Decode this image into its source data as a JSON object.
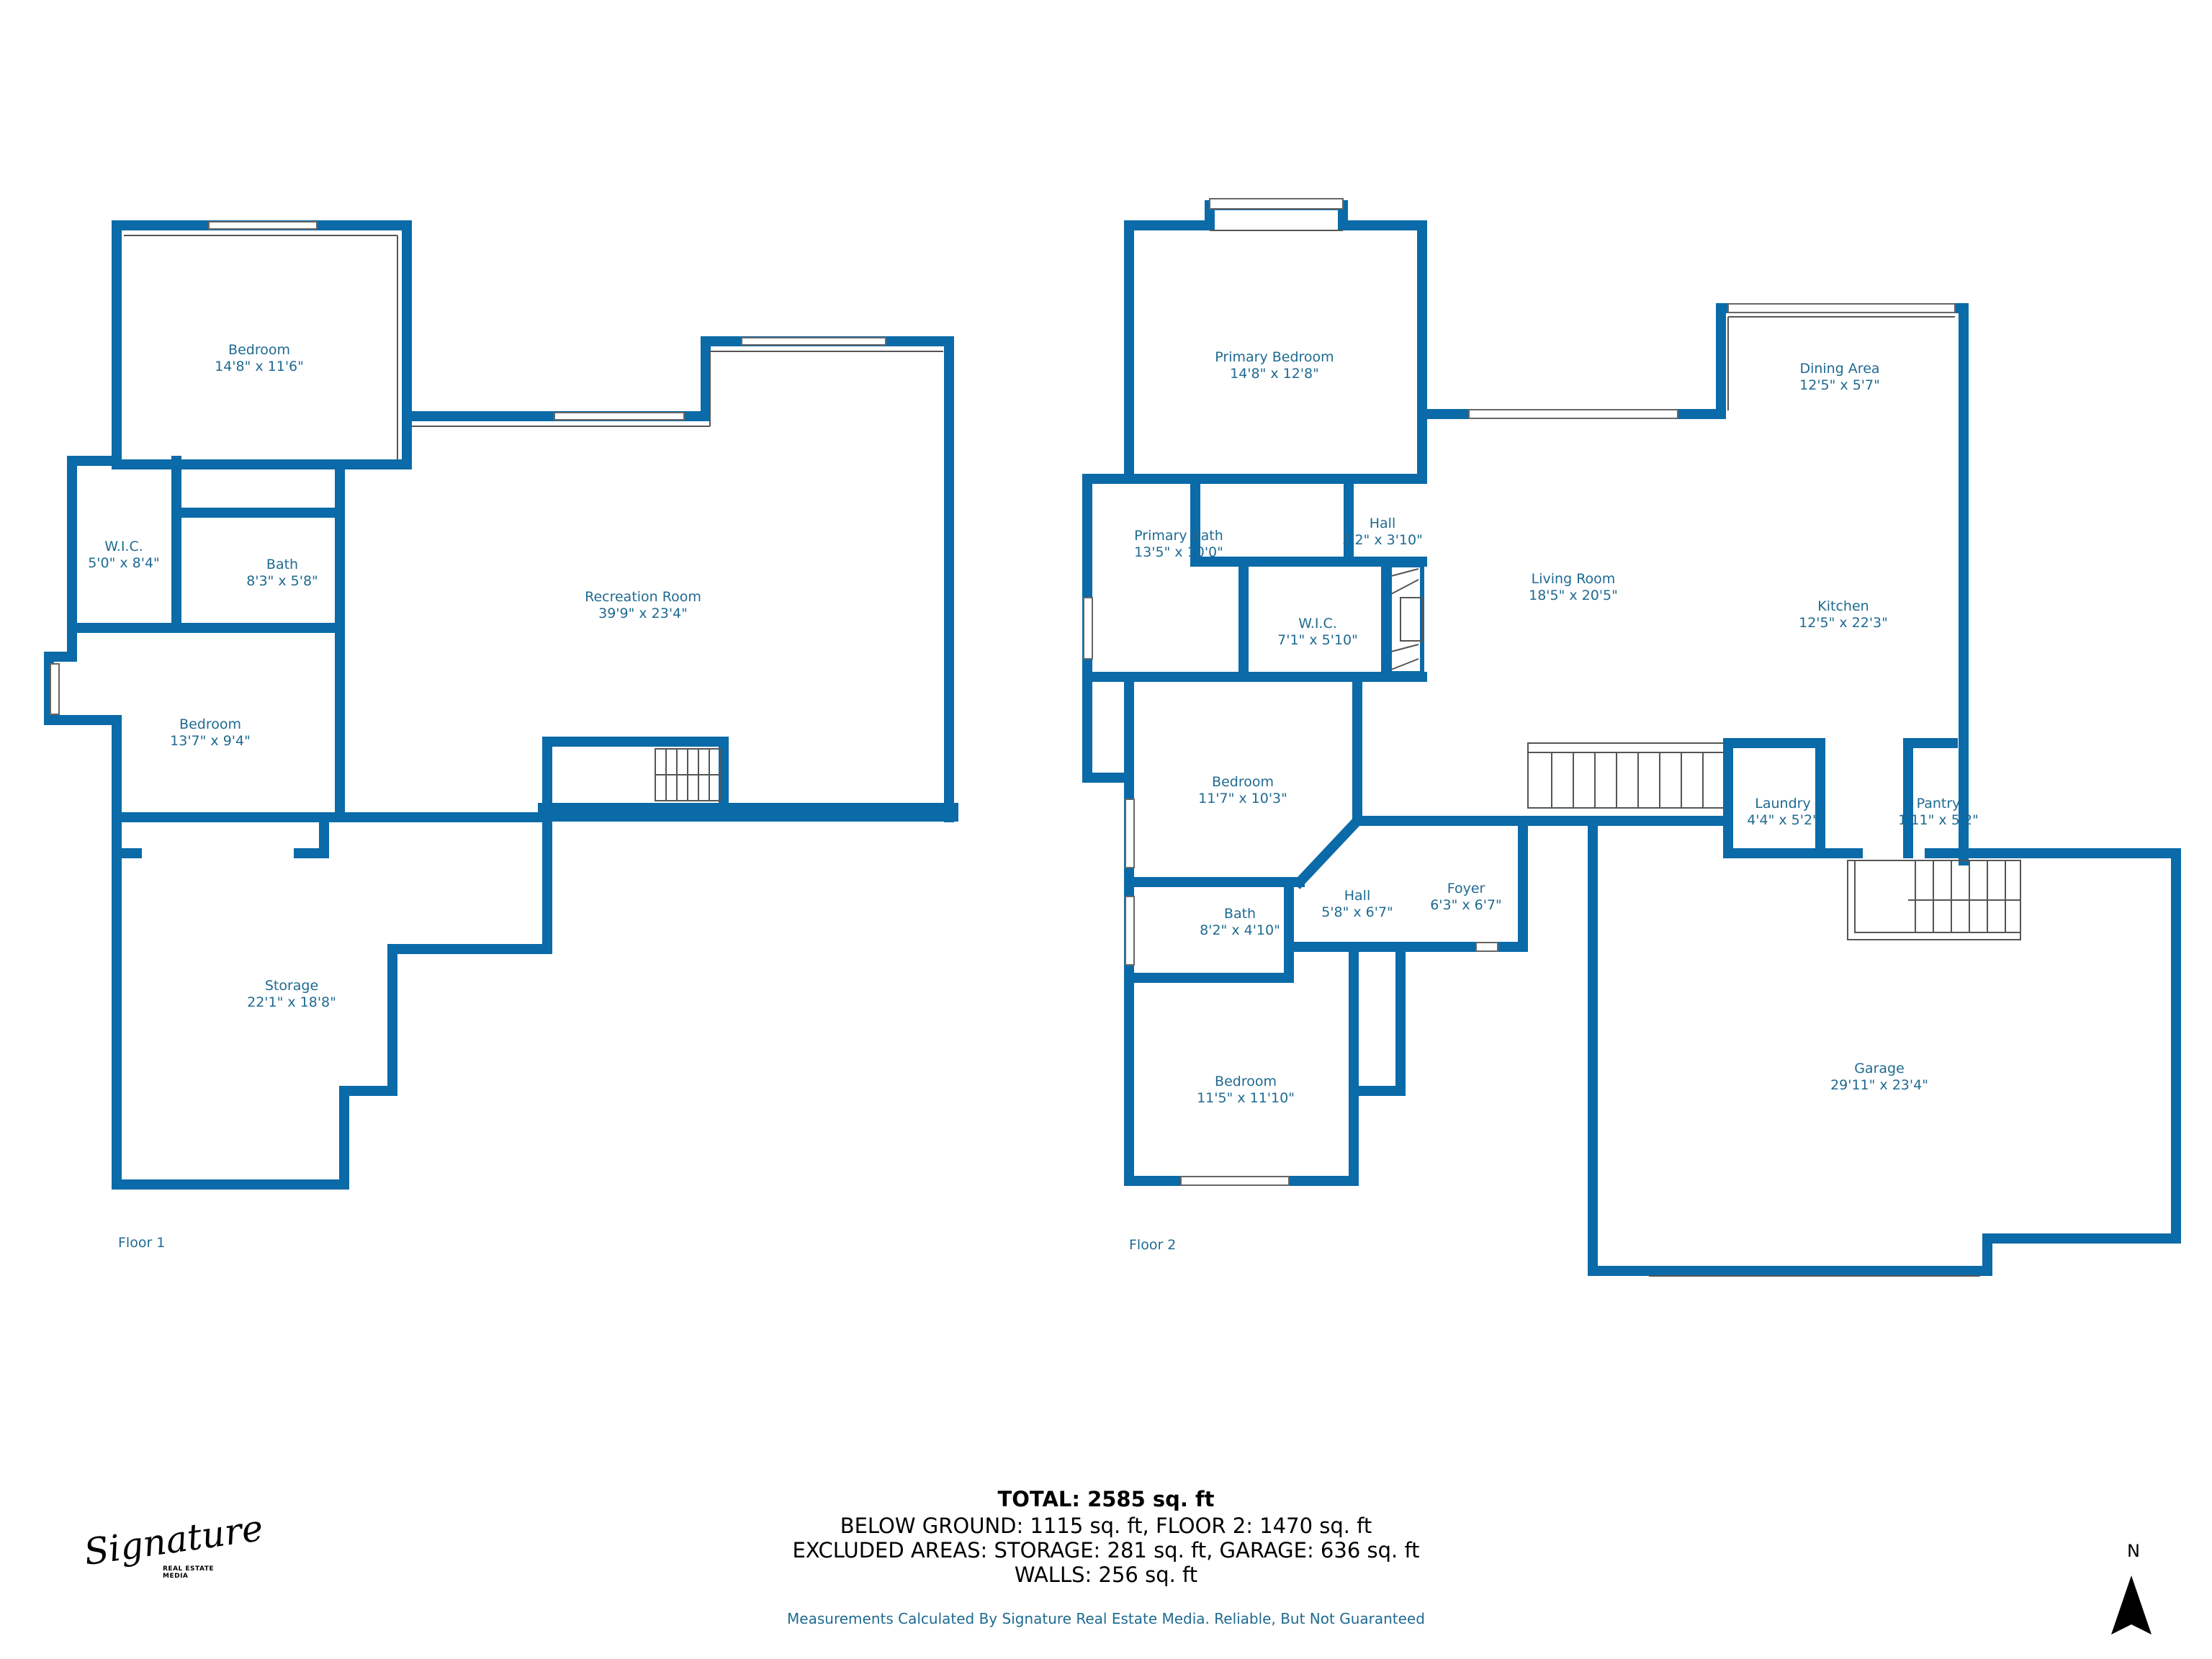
{
  "floors": [
    {
      "label": "Floor 1",
      "rooms": [
        {
          "name": "Bedroom",
          "dim": "14'8\" x 11'6\""
        },
        {
          "name": "W.I.C.",
          "dim": "5'0\" x 8'4\""
        },
        {
          "name": "Bath",
          "dim": "8'3\" x 5'8\""
        },
        {
          "name": "Recreation Room",
          "dim": "39'9\" x 23'4\""
        },
        {
          "name": "Bedroom",
          "dim": "13'7\" x 9'4\""
        },
        {
          "name": "Storage",
          "dim": "22'1\" x 18'8\""
        }
      ]
    },
    {
      "label": "Floor 2",
      "rooms": [
        {
          "name": "Primary Bedroom",
          "dim": "14'8\" x 12'8\""
        },
        {
          "name": "Dining Area",
          "dim": "12'5\" x 5'7\""
        },
        {
          "name": "Hall",
          "dim": "5'2\" x 3'10\""
        },
        {
          "name": "Primary Bath",
          "dim": "13'5\" x 10'0\""
        },
        {
          "name": "Living Room",
          "dim": "18'5\" x 20'5\""
        },
        {
          "name": "Kitchen",
          "dim": "12'5\" x 22'3\""
        },
        {
          "name": "W.I.C.",
          "dim": "7'1\" x 5'10\""
        },
        {
          "name": "Bedroom",
          "dim": "11'7\" x 10'3\""
        },
        {
          "name": "Laundry",
          "dim": "4'4\" x 5'2\""
        },
        {
          "name": "Pantry",
          "dim": "1'11\" x 5'2\""
        },
        {
          "name": "Hall",
          "dim": "5'8\" x 6'7\""
        },
        {
          "name": "Foyer",
          "dim": "6'3\" x 6'7\""
        },
        {
          "name": "Bath",
          "dim": "8'2\" x 4'10\""
        },
        {
          "name": "Garage",
          "dim": "29'11\" x 23'4\""
        },
        {
          "name": "Bedroom",
          "dim": "11'5\" x 11'10\""
        }
      ]
    }
  ],
  "summary": {
    "total": "TOTAL: 2585 sq. ft",
    "line2": "BELOW GROUND: 1115 sq. ft, FLOOR 2: 1470 sq. ft",
    "line3": "EXCLUDED AREAS: STORAGE: 281 sq. ft, GARAGE: 636 sq. ft",
    "line4": "WALLS: 256 sq. ft",
    "disclaimer": "Measurements Calculated By Signature Real Estate Media. Reliable, But Not Guaranteed"
  },
  "logo": {
    "script": "Signature",
    "sub": "REAL ESTATE MEDIA"
  },
  "compass": {
    "label": "N"
  },
  "colors": {
    "wall": "#0b6aa8",
    "label": "#1f6a91"
  }
}
